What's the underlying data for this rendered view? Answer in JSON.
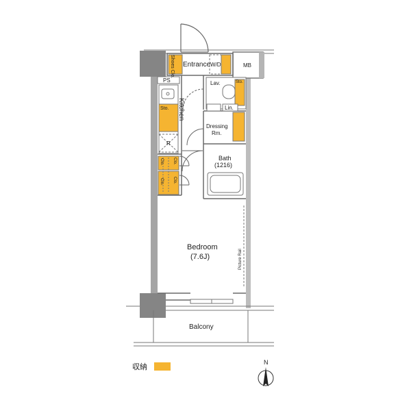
{
  "rooms": {
    "entrance": "Entrance",
    "wd": "W/D",
    "mb": "MB",
    "shoes_cl": "Shoes Clo.",
    "ps": "PS",
    "lav": "Lav.",
    "sto_lav": "Sto.",
    "kitchen": "Kitchen",
    "sto_kitchen": "Sto.",
    "r": "R",
    "lin": "Lin.",
    "dressing_line1": "Dressing",
    "dressing_line2": "Rm.",
    "bath_line1": "Bath",
    "bath_line2": "(1216)",
    "clo1": "Clo.",
    "clo2": "Clo.",
    "clo3": "Clo.",
    "clo4": "Clo.",
    "bedroom_line1": "Bedroom",
    "bedroom_line2": "(7.6J)",
    "picture_rail": "Picture Rail",
    "balcony": "Balcony"
  },
  "legend": {
    "label": "収納"
  },
  "compass": {
    "label": "N"
  },
  "colors": {
    "storage": "#f5b431",
    "wall_dark": "#858585",
    "wall_light": "#b7b7b7",
    "line": "#666666"
  }
}
